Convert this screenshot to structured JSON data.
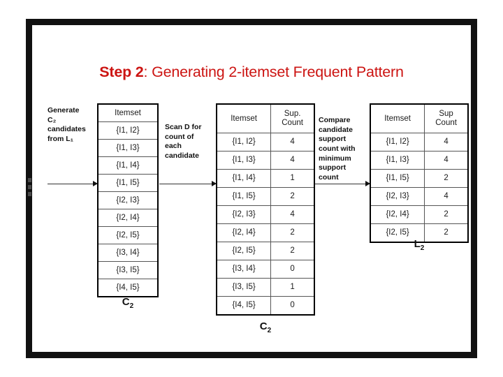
{
  "slide": {
    "title_bold": "Step 2",
    "title_rest": ": Generating 2-itemset Frequent Pattern",
    "title_color": "#CC1412",
    "background": "#FFFFFF",
    "frame_color": "#111111"
  },
  "annotations": {
    "generate": "Generate\nC₂\ncandidates\nfrom L₁",
    "scan": "Scan D for\ncount of\neach\ncandidate",
    "compare": "Compare\ncandidate\nsupport\ncount with\nminimum\nsupport\ncount"
  },
  "tables": {
    "c2_candidates": {
      "caption": "C",
      "caption_sub": "2",
      "headers": [
        "Itemset"
      ],
      "rows": [
        [
          "{I1, I2}"
        ],
        [
          "{I1, I3}"
        ],
        [
          "{I1, I4}"
        ],
        [
          "{I1, I5}"
        ],
        [
          "{I2, I3}"
        ],
        [
          "{I2, I4}"
        ],
        [
          "{I2, I5}"
        ],
        [
          "{I3, I4}"
        ],
        [
          "{I3, I5}"
        ],
        [
          "{I4, I5}"
        ]
      ]
    },
    "c2_counts": {
      "caption": "C",
      "caption_sub": "2",
      "header_itemset": "Itemset",
      "header_sup_line1": "Sup.",
      "header_sup_line2": "Count",
      "rows": [
        [
          "{I1, I2}",
          "4"
        ],
        [
          "{I1, I3}",
          "4"
        ],
        [
          "{I1, I4}",
          "1"
        ],
        [
          "{I1, I5}",
          "2"
        ],
        [
          "{I2, I3}",
          "4"
        ],
        [
          "{I2, I4}",
          "2"
        ],
        [
          "{I2, I5}",
          "2"
        ],
        [
          "{I3, I4}",
          "0"
        ],
        [
          "{I3, I5}",
          "1"
        ],
        [
          "{I4, I5}",
          "0"
        ]
      ]
    },
    "l2": {
      "caption": "L",
      "caption_sub": "2",
      "header_itemset": "Itemset",
      "header_sup_line1": "Sup",
      "header_sup_line2": "Count",
      "rows": [
        [
          "{I1, I2}",
          "4"
        ],
        [
          "{I1, I3}",
          "4"
        ],
        [
          "{I1, I5}",
          "2"
        ],
        [
          "{I2, I3}",
          "4"
        ],
        [
          "{I2, I4}",
          "2"
        ],
        [
          "{I2, I5}",
          "2"
        ]
      ]
    }
  }
}
